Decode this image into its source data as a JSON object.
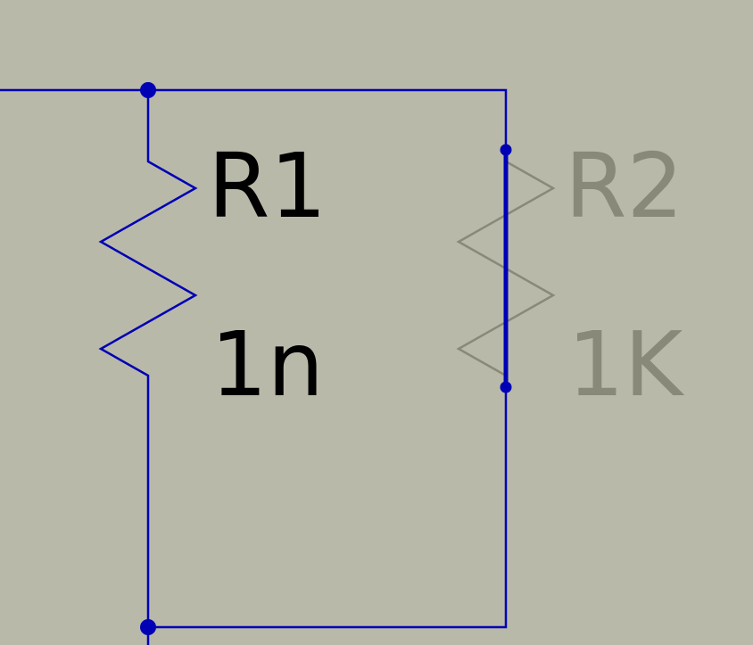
{
  "colors": {
    "background": "#b9b9aa",
    "wire": "#0000b4",
    "active_text": "#000000",
    "disabled_component": "#898979"
  },
  "components": {
    "r1": {
      "designator": "R1",
      "value": "1n",
      "state": "enabled"
    },
    "r2": {
      "designator": "R2",
      "value": "1K",
      "state": "disabled (bypassed by wire)"
    }
  }
}
